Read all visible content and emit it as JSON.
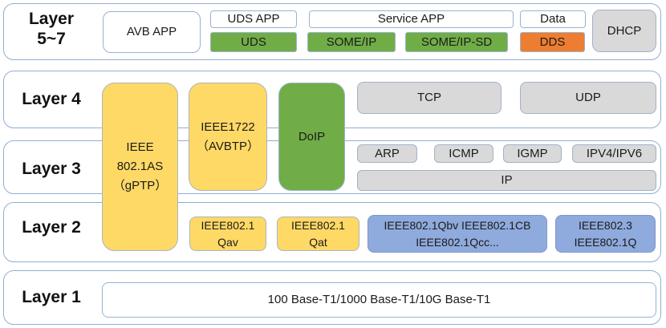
{
  "layers": {
    "l57": {
      "line1": "Layer",
      "line2": "5~7"
    },
    "l4": "Layer 4",
    "l3": "Layer 3",
    "l2": "Layer 2",
    "l1": "Layer 1"
  },
  "app_row": {
    "avb_app": "AVB APP",
    "uds_app": "UDS APP",
    "uds": "UDS",
    "service_app": "Service APP",
    "some_ip": "SOME/IP",
    "some_ip_sd": "SOME/IP-SD",
    "data": "Data",
    "dds": "DDS",
    "dhcp": "DHCP"
  },
  "spanning": {
    "gptp": {
      "line1": "IEEE",
      "line2": "802.1AS",
      "line3": "（gPTP）"
    },
    "avbtp": {
      "line1": "IEEE1722",
      "line2": "（AVBTP）"
    },
    "doip": "DoIP"
  },
  "layer4": {
    "tcp": "TCP",
    "udp": "UDP"
  },
  "layer3": {
    "arp": "ARP",
    "icmp": "ICMP",
    "igmp": "IGMP",
    "ipv4v6": "IPV4/IPV6",
    "ip": "IP"
  },
  "layer2": {
    "qav": {
      "line1": "IEEE802.1",
      "line2": "Qav"
    },
    "qat": {
      "line1": "IEEE802.1",
      "line2": "Qat"
    },
    "tsn": {
      "line1": "IEEE802.1Qbv IEEE802.1CB",
      "line2": "IEEE802.1Qcc..."
    },
    "eth": {
      "line1": "IEEE802.3",
      "line2": "IEEE802.1Q"
    }
  },
  "layer1": {
    "phy": "100 Base-T1/1000 Base-T1/10G Base-T1"
  },
  "colors": {
    "yellow": "#ffd966",
    "green": "#70ad47",
    "orange": "#ed7d31",
    "gray": "#d9d9d9",
    "blue": "#8faadc",
    "band_border": "#8fafd4",
    "white_box_border": "#95b3d7"
  }
}
